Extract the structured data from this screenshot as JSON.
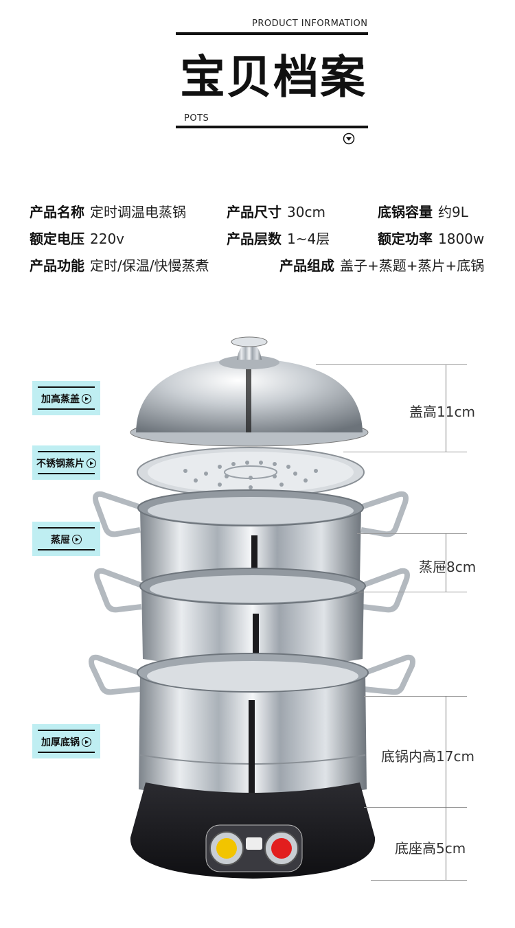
{
  "header": {
    "top_label": "PRODUCT INFORMATION",
    "title": "宝贝档案",
    "sub_label": "POTS",
    "arrow_icon": "chevron-down-circle-icon"
  },
  "specs": {
    "row1": [
      {
        "key": "产品名称",
        "value": "定时调温电蒸锅"
      },
      {
        "key": "产品尺寸",
        "value": "30cm"
      },
      {
        "key": "底锅容量",
        "value": "约9L"
      }
    ],
    "row2": [
      {
        "key": "额定电压",
        "value": "220v"
      },
      {
        "key": "产品层数",
        "value": "1~4层"
      },
      {
        "key": "额定功率",
        "value": "1800w"
      }
    ],
    "row3": [
      {
        "key": "产品功能",
        "value": "定时/保温/快慢蒸煮"
      },
      {
        "key": "产品组成",
        "value": "盖子+蒸题+蒸片+底锅"
      }
    ]
  },
  "callouts": [
    "加高蒸盖",
    "不锈钢蒸片",
    "蒸屉",
    "加厚底锅"
  ],
  "dimensions": [
    "盖高11cm",
    "蒸屉8cm",
    "底锅内高17cm",
    "底座高5cm"
  ],
  "colors": {
    "callout_bg": "#bfeef2",
    "steel": "#c8cdd2",
    "base": "#1e1e22"
  }
}
